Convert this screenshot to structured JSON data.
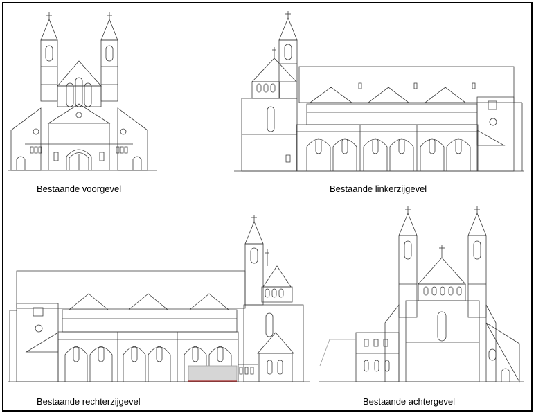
{
  "captions": {
    "front": "Bestaande voorgevel",
    "left": "Bestaande linkerzijgevel",
    "right": "Bestaande rechterzijgevel",
    "rear": "Bestaande achtergevel"
  },
  "colors": {
    "line": "#3a3a3a",
    "highlight_fill": "#d6d6d6",
    "highlight_edge": "#b03030"
  }
}
